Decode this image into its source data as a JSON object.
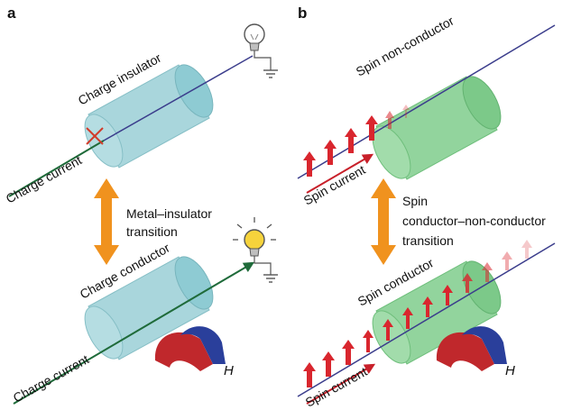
{
  "panel_a": {
    "letter": "a",
    "top_cylinder_label": "Charge insulator",
    "top_current_label": "Charge current",
    "transition_line1": "Metal–insulator",
    "transition_line2": "transition",
    "bottom_cylinder_label": "Charge conductor",
    "bottom_current_label": "Charge current",
    "field_label": "H"
  },
  "panel_b": {
    "letter": "b",
    "top_cylinder_label": "Spin non-conductor",
    "top_current_label": "Spin current",
    "transition_line1": "Spin",
    "transition_line2": "conductor–non-conductor",
    "transition_line3": "transition",
    "bottom_cylinder_label": "Spin conductor",
    "bottom_current_label": "Spin current",
    "field_label": "H"
  },
  "colors": {
    "charge_cylinder": "#9fd0d6",
    "spin_cylinder": "#8fd39a",
    "wire": "#3b3d8c",
    "charge_arrow": "#1f6b3a",
    "spin_arrow": "#c8202a",
    "transition_arrow": "#f0921e",
    "blocked_mark": "#d23b2a",
    "bulb_on": "#f6d33c",
    "magnet_north": "#c0282c",
    "magnet_south": "#2a3f9b"
  }
}
